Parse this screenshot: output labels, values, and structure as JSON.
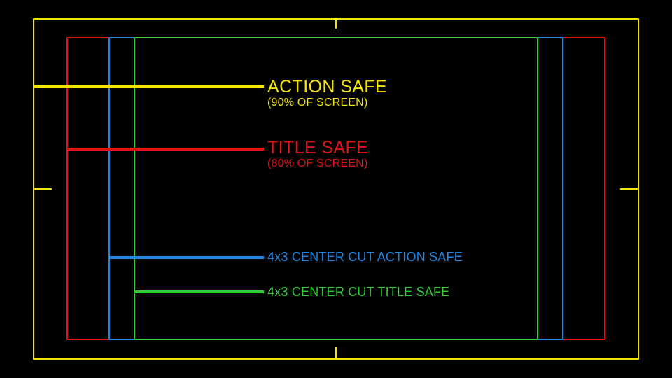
{
  "overlay": {
    "action_safe": {
      "title": "ACTION SAFE",
      "subtitle": "(90% OF SCREEN)"
    },
    "title_safe": {
      "title": "TITLE SAFE",
      "subtitle": "(80% OF SCREEN)"
    },
    "center_cut_action_safe": {
      "title": "4x3 CENTER CUT ACTION SAFE"
    },
    "center_cut_title_safe": {
      "title": "4x3 CENTER CUT TITLE SAFE"
    }
  },
  "colors": {
    "background": "#000000",
    "action-safe": "#F6E400",
    "title-safe": "#E11414",
    "cc-action-safe": "#1E89E5",
    "cc-title-safe": "#32CD32"
  }
}
